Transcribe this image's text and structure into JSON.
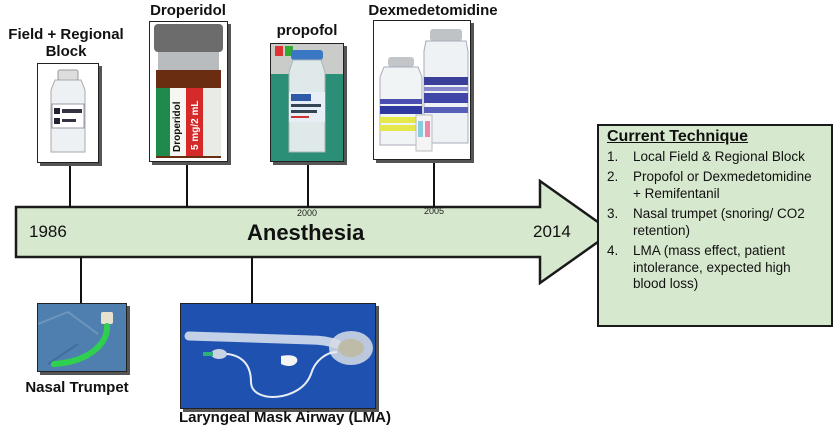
{
  "timeline": {
    "title": "Anesthesia",
    "start_year": "1986",
    "end_year": "2014",
    "ticks": [
      {
        "label": "2000"
      },
      {
        "label": "2005"
      }
    ],
    "bar_color": "#d6e8cd"
  },
  "top_items": [
    {
      "label_line1": "Field + Regional",
      "label_line2": "Block",
      "image": "lidocaine-vial-image"
    },
    {
      "label_line1": "Droperidol",
      "image": "droperidol-vial-image",
      "vial_label": "Droperidol",
      "vial_dose": "5 mg/2 mL"
    },
    {
      "label_line1": "propofol",
      "image": "propofol-vial-image"
    },
    {
      "label_line1": "Dexmedetomidine",
      "image": "dexmedetomidine-vials-image"
    }
  ],
  "bottom_items": [
    {
      "label": "Nasal Trumpet",
      "image": "nasal-trumpet-image"
    },
    {
      "label": "Laryngeal Mask Airway (LMA)",
      "image": "lma-image"
    }
  ],
  "technique_box": {
    "title": "Current Technique",
    "items": [
      {
        "num": "1.",
        "text": "Local Field & Regional Block"
      },
      {
        "num": "2.",
        "text": "Propofol or Dexmedetomidine + Remifentanil"
      },
      {
        "num": "3.",
        "text": "Nasal trumpet (snoring/ CO2 retention)"
      },
      {
        "num": "4.",
        "text": "LMA (mass effect, patient intolerance, expected high blood loss)"
      }
    ]
  }
}
